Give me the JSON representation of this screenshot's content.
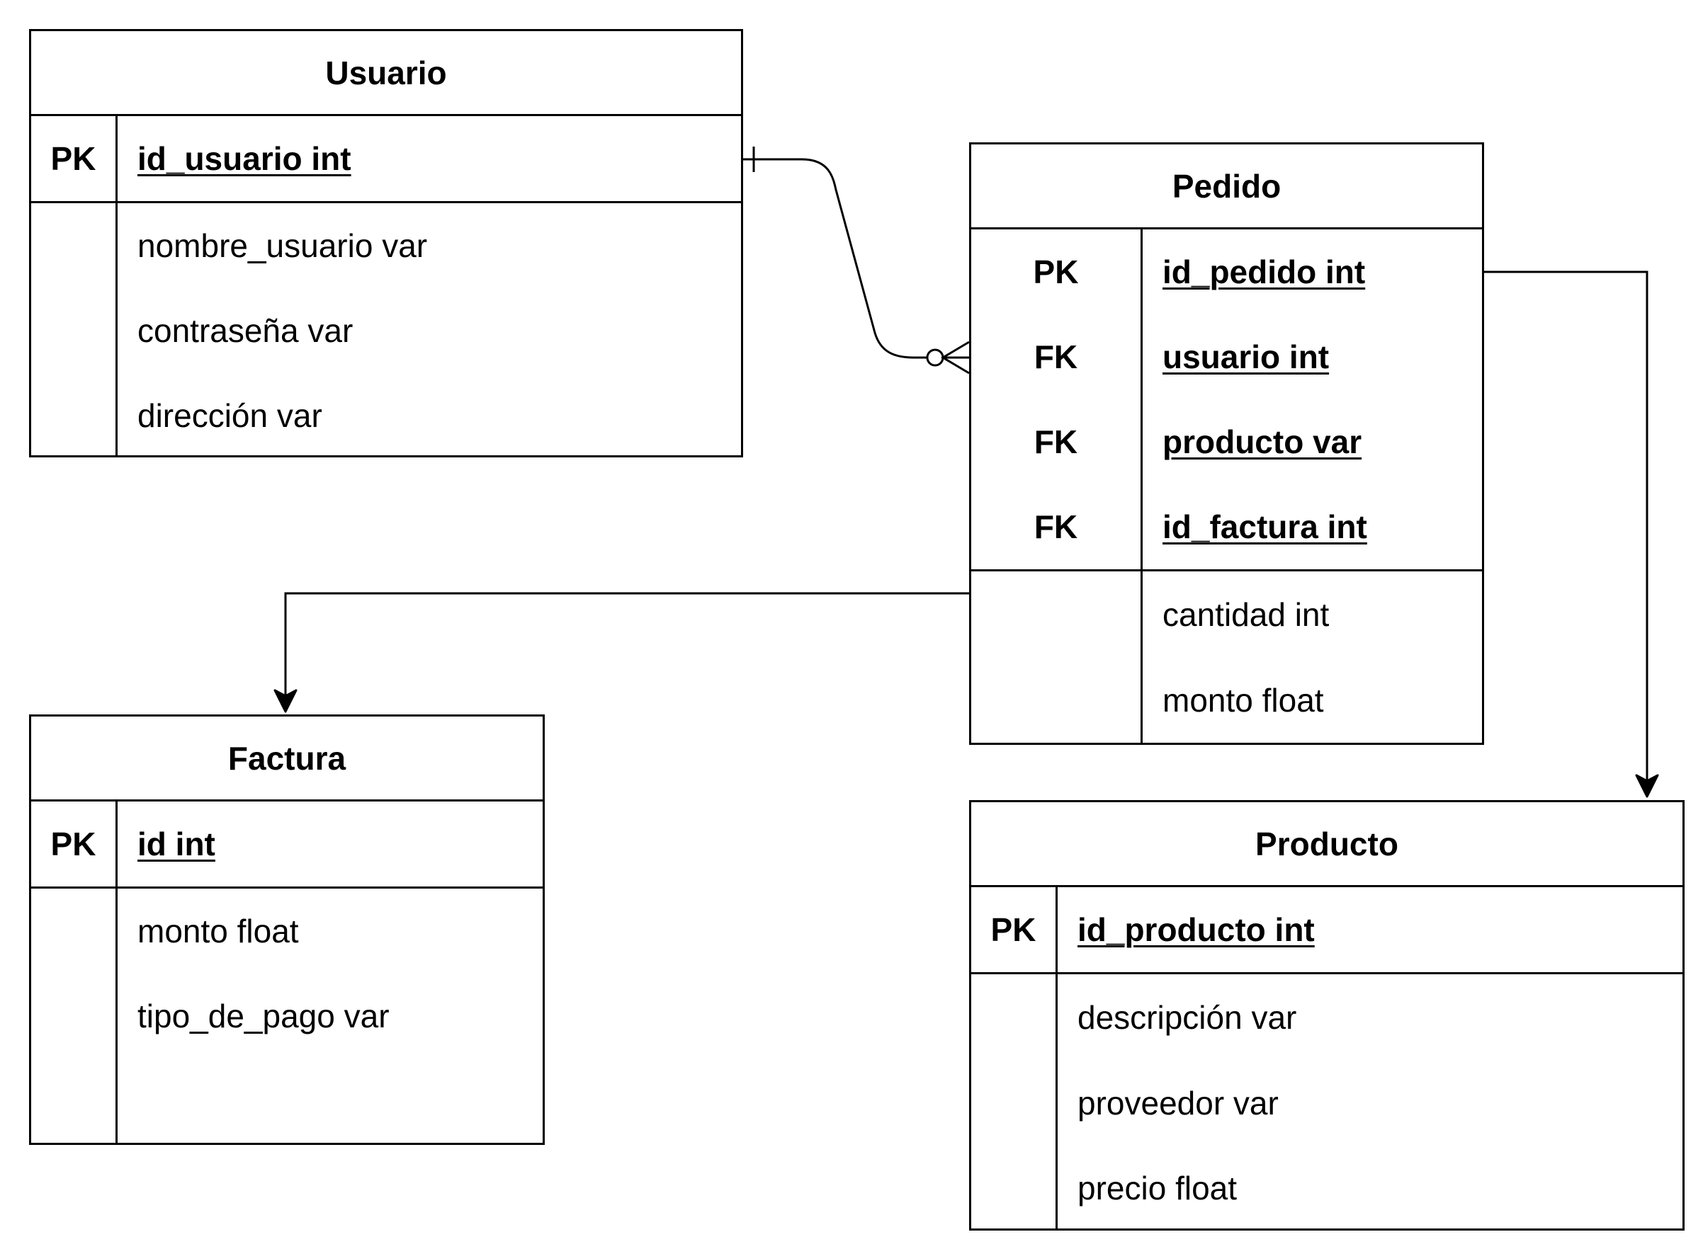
{
  "entities": {
    "usuario": {
      "title": "Usuario",
      "keys": [
        {
          "key": "PK",
          "field": "id_usuario int"
        }
      ],
      "attributes": [
        "nombre_usuario var",
        "contraseña var",
        "dirección var"
      ]
    },
    "pedido": {
      "title": "Pedido",
      "keys": [
        {
          "key": "PK",
          "field": "id_pedido int"
        },
        {
          "key": "FK",
          "field": "usuario int"
        },
        {
          "key": "FK",
          "field": "producto var"
        },
        {
          "key": "FK",
          "field": "id_factura int"
        }
      ],
      "attributes": [
        "cantidad int",
        "monto float"
      ]
    },
    "factura": {
      "title": "Factura",
      "keys": [
        {
          "key": "PK",
          "field": "id int"
        }
      ],
      "attributes": [
        "monto float",
        "tipo_de_pago var"
      ]
    },
    "producto": {
      "title": "Producto",
      "keys": [
        {
          "key": "PK",
          "field": "id_producto int"
        }
      ],
      "attributes": [
        "descripción var",
        "proveedor var",
        "precio float"
      ]
    }
  },
  "relationships": [
    {
      "from": "usuario",
      "to": "pedido",
      "notation": "one-to-zero-or-many"
    },
    {
      "from": "pedido",
      "to": "factura",
      "notation": "arrow"
    },
    {
      "from": "pedido",
      "to": "producto",
      "notation": "arrow"
    }
  ],
  "colors": {
    "line": "#000000",
    "background": "#ffffff"
  }
}
